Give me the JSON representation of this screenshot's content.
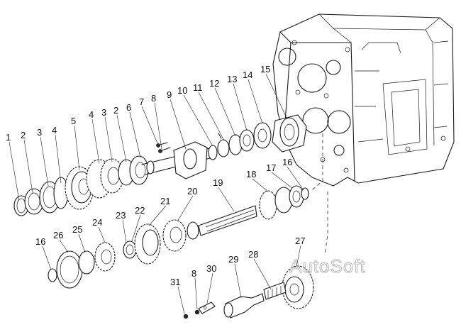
{
  "watermark": "AutoSoft",
  "callouts": [
    "1",
    "2",
    "3",
    "4",
    "5",
    "4",
    "3",
    "2",
    "6",
    "7",
    "8",
    "9",
    "10",
    "11",
    "12",
    "13",
    "14",
    "15",
    "16",
    "17",
    "18",
    "19",
    "20",
    "21",
    "22",
    "23",
    "24",
    "25",
    "26",
    "16",
    "27",
    "28",
    "29",
    "30",
    "8",
    "31"
  ]
}
